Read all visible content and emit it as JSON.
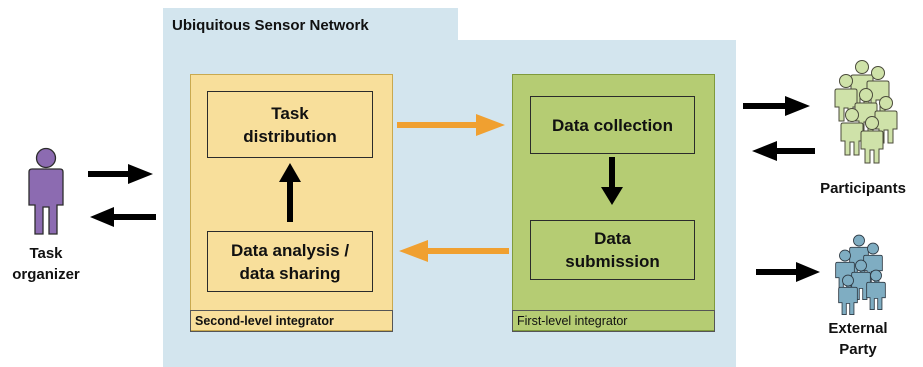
{
  "network_title": "Ubiquitous Sensor Network",
  "second_level": {
    "footer": "Second-level integrator",
    "task_distribution": "Task distribution",
    "data_analysis": "Data analysis / data sharing"
  },
  "first_level": {
    "footer": "First-level integrator",
    "data_collection": "Data collection",
    "data_submission": "Data submission"
  },
  "actors": {
    "task_organizer": "Task organizer",
    "participants": "Participants",
    "external_party": "External Party"
  },
  "colors": {
    "network_bg": "#d3e5ee",
    "second_level_bg": "#f8df9b",
    "first_level_bg": "#b5cc73",
    "orange_arrow": "#f0a030",
    "organizer_person": "#8c6bb1",
    "participants_people": "#cfe2a9",
    "external_people": "#7fadc2"
  }
}
